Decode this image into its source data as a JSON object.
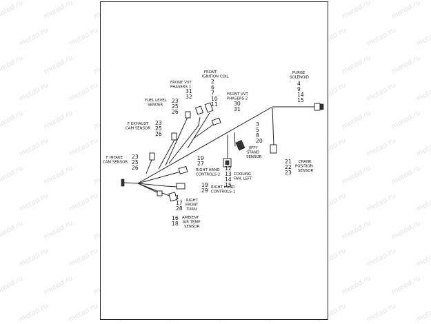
{
  "watermark": "motod.ru",
  "labels": {
    "front_ignition_coil": [
      "FRONT",
      "IGNITION COIL"
    ],
    "purge_solenoid": [
      "PURGE",
      "SOLENOID"
    ],
    "front_vvt_phasers_1": [
      "FRONT VVT",
      "PHASERS 1"
    ],
    "front_vvt_phasers_2": [
      "FRONT VVT",
      "PHASERS 2"
    ],
    "fuel_level_sender": [
      "FUEL LEVEL",
      "SENDER"
    ],
    "f_exhaust_cam_sensor": [
      "F EXHAUST",
      "CAM SENSOR"
    ],
    "f_intake_cam_sensor": [
      "F INTAKE",
      "CAM SENSOR"
    ],
    "jiffy_stand_sensor": [
      "JIFFY",
      "STAND",
      "SENSOR"
    ],
    "crank_position_sensor": [
      "CRANK",
      "POSITION",
      "SENSOR"
    ],
    "right_hand_controls_2": [
      "RIGHT HAND",
      "CONTROLS-2"
    ],
    "cooling_fan_left": [
      "COOLING",
      "FAN, LEFT"
    ],
    "right_hand_controls_1": [
      "RIGHT HAND",
      "CONTROLS-1"
    ],
    "right_front_turn": [
      "RIGHT",
      "FRONT",
      "TURN"
    ],
    "ambient_air_temp_sensor": [
      "AMBIENT",
      "AIR TEMP",
      "SENSOR"
    ]
  },
  "numbers": {
    "front_ignition_coil": [
      "2",
      "6",
      "7",
      "10",
      "11"
    ],
    "purge_solenoid": [
      "4",
      "9",
      "14",
      "15"
    ],
    "front_vvt_phasers_1": [
      "31",
      "32"
    ],
    "front_vvt_phasers_2": [
      "30",
      "31"
    ],
    "fuel_level_sender": [
      "23",
      "25",
      "26"
    ],
    "f_exhaust_cam_sensor": [
      "23",
      "25",
      "26"
    ],
    "f_intake_cam_sensor": [
      "23",
      "25",
      "26"
    ],
    "jiffy_stand_sensor": [
      "3",
      "5",
      "8",
      "20"
    ],
    "crank_position_sensor": [
      "21",
      "22",
      "23"
    ],
    "trunk_mid": [
      "19",
      "27"
    ],
    "cooling_fan_left": [
      "12",
      "13",
      "14",
      "15"
    ],
    "right_hand_controls_1": [
      "19",
      "29"
    ],
    "right_front_turn": [
      "1",
      "17",
      "28"
    ],
    "ambient_air_temp_sensor": [
      "16",
      "18"
    ]
  }
}
